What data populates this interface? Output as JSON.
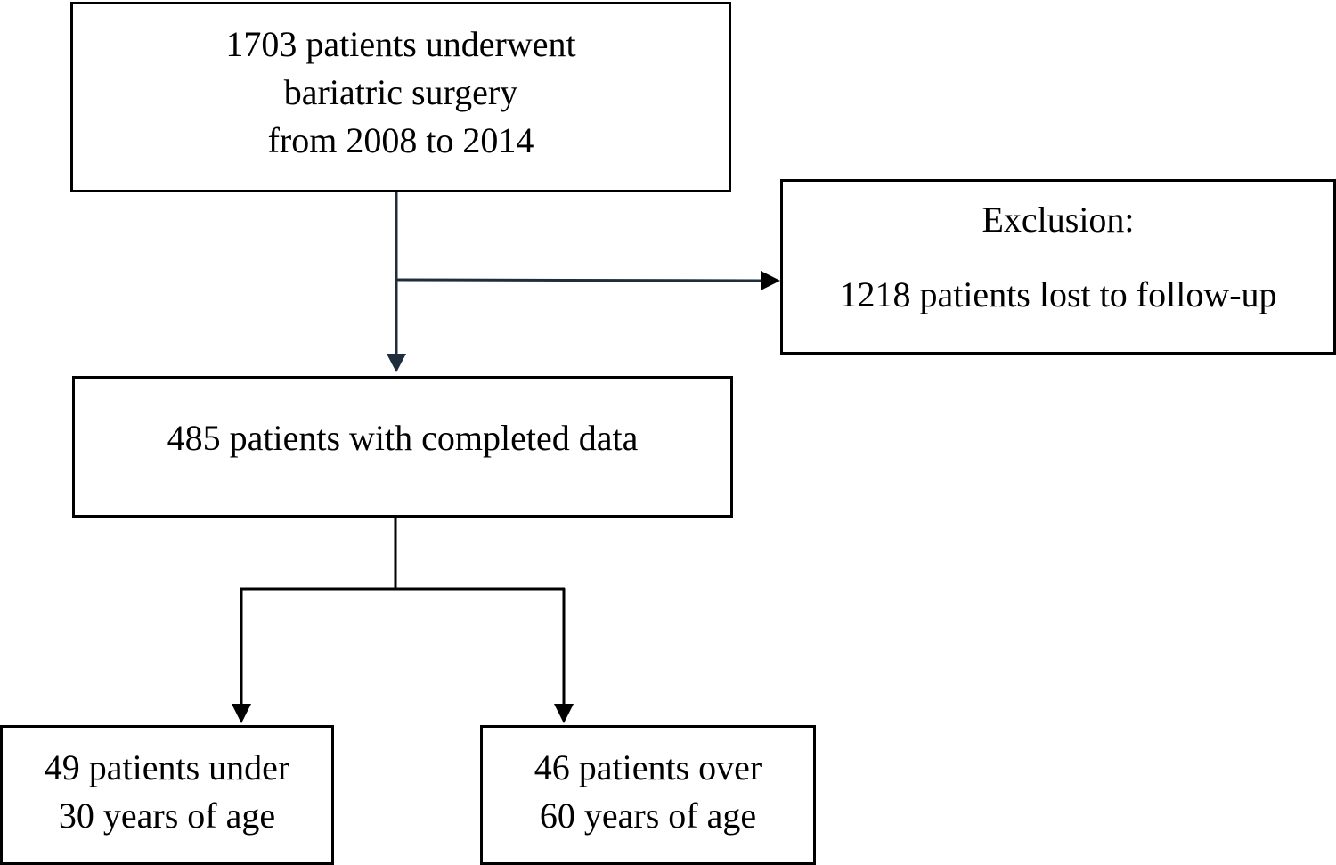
{
  "flowchart": {
    "start": {
      "line1": "1703 patients underwent",
      "line2": "bariatric surgery",
      "line3": "from 2008 to 2014"
    },
    "exclusion": {
      "heading": "Exclusion:",
      "detail": "1218 patients lost to follow-up"
    },
    "completed": {
      "label": "485 patients with completed data"
    },
    "under30": {
      "line1": "49 patients under",
      "line2": "30 years of age"
    },
    "over60": {
      "line1": "46 patients over",
      "line2": "60 years of age"
    }
  },
  "colors": {
    "box_border": "#000000",
    "main_arrow": "#1f2d3d",
    "connector": "#000000",
    "text": "#000000"
  }
}
